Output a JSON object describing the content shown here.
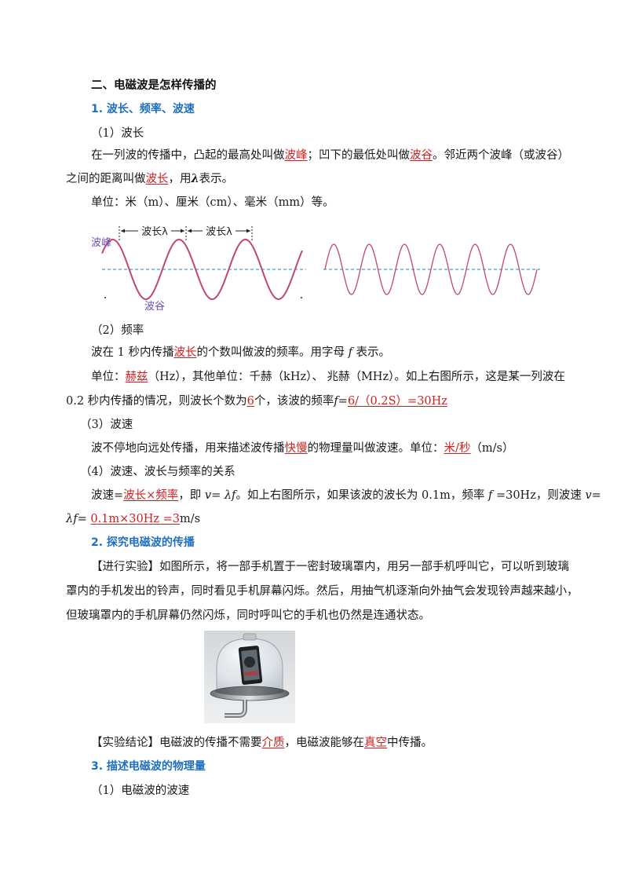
{
  "section_title": "二、电磁波是怎样传播的",
  "s1": {
    "title": "1. 波长、频率、波速",
    "p1_head": "（1）波长",
    "p1_l1_a": "在一列波的传播中，凸起的最高处叫做",
    "ans_crest": "波峰",
    "p1_l1_b": "；凹下的最低处叫做",
    "ans_trough": "波谷",
    "p1_l1_c": "。邻近两个波峰（或波谷）",
    "p1_l2_a": "之间的距离叫做",
    "ans_wavelength": "波长",
    "p1_l2_b": "，用",
    "lambda": "λ",
    "p1_l2_c": "表示。",
    "p1_units": "单位：米（m）、厘米（cm）、毫米（mm）等。",
    "fig": {
      "crest_label": "波峰",
      "trough_label": "波谷",
      "wl1": "波长λ",
      "wl2": "波长λ"
    },
    "p2_head": "（2）频率",
    "p2_l1_a": "波在 1 秒内传播",
    "ans_wl2": "波长",
    "p2_l1_b": "的个数叫做波的频率。用字母",
    "f_letter": "f",
    "p2_l1_c": "表示。",
    "p2_l2_a": "单位：",
    "ans_hertz": "赫兹",
    "p2_l2_b": "（Hz），其他单位：千赫（kHz）、 兆赫（MHz）。如上右图所示，这是某一列波在",
    "p2_l3_a": "0.2 秒内传播的情况，则波长个数为",
    "ans_count": "6",
    "p2_l3_b": "个，该波的频率",
    "p2_l3_c": "=",
    "ans_freq": "6/（0.2S）=30Hz",
    "p3_head": "（3）波速",
    "p3_l1_a": "波不停地向远处传播，用来描述波传播",
    "ans_speed": "快慢",
    "p3_l1_b": "的物理量叫做波速。单位：",
    "ans_mps": "米/秒",
    "p3_l1_c": "（m/s）",
    "p4_head": "（4）波速、波长与频率的关系",
    "p4_l1_a": "波速=",
    "ans_product": "波长×频率",
    "p4_l1_b": "，即",
    "p4_formula": "v= λf",
    "p4_l1_c": "。如上右图所示，如果该波的波长为 0.1m，频率",
    "p4_l1_d": "=30Hz，则波速",
    "p4_v": "v",
    "p4_l1_e": "=",
    "p4_l2_a": "λf",
    "p4_l2_b": "=",
    "ans_calc": "0.1m×30Hz =3",
    "p4_l2_c": "m/s"
  },
  "s2": {
    "title": "2. 探究电磁波的传播",
    "exp_l1": "【进行实验】如图所示，将一部手机置于一密封玻璃罩内，用另一部手机呼叫它，可以听到玻璃",
    "exp_l2": "罩内的手机发出的铃声，同时看见手机屏幕闪烁。然后，用抽气机逐渐向外抽气会发现铃声越来越小，",
    "exp_l3": "但玻璃罩内的手机屏幕仍然闪烁，同时呼叫它的手机也仍然是连通状态。",
    "conc_a": "【实验结论】电磁波的传播不需要",
    "ans_medium": "介质",
    "conc_b": "，电磁波能够在",
    "ans_vacuum": "真空",
    "conc_c": "中传播。"
  },
  "s3": {
    "title": "3. 描述电磁波的物理量",
    "p1_head": "（1）电磁波的波速"
  },
  "colors": {
    "heading_blue": "#1f6fbf",
    "answer_red": "#d21e1e",
    "wave": "#c0476f",
    "axis": "#3aa0d8",
    "label_purple": "#6a4fb0"
  }
}
